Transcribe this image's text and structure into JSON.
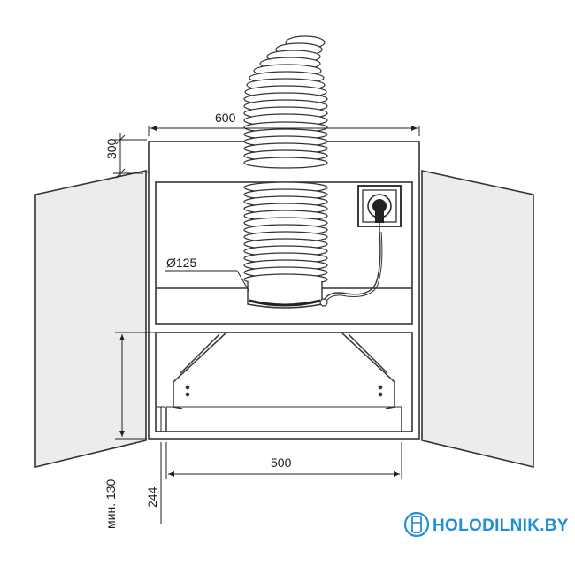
{
  "dimensions": {
    "cabinet_width": "600",
    "top_height": "300",
    "hood_width": "500",
    "min_gap_label": "мин. 130",
    "total_height": "244",
    "duct_diameter": "Ø125"
  },
  "brand": {
    "name": "HOLODILNIK.BY",
    "color": "#1f8fd6"
  },
  "colors": {
    "line": "#333333",
    "door": "#ececec"
  }
}
